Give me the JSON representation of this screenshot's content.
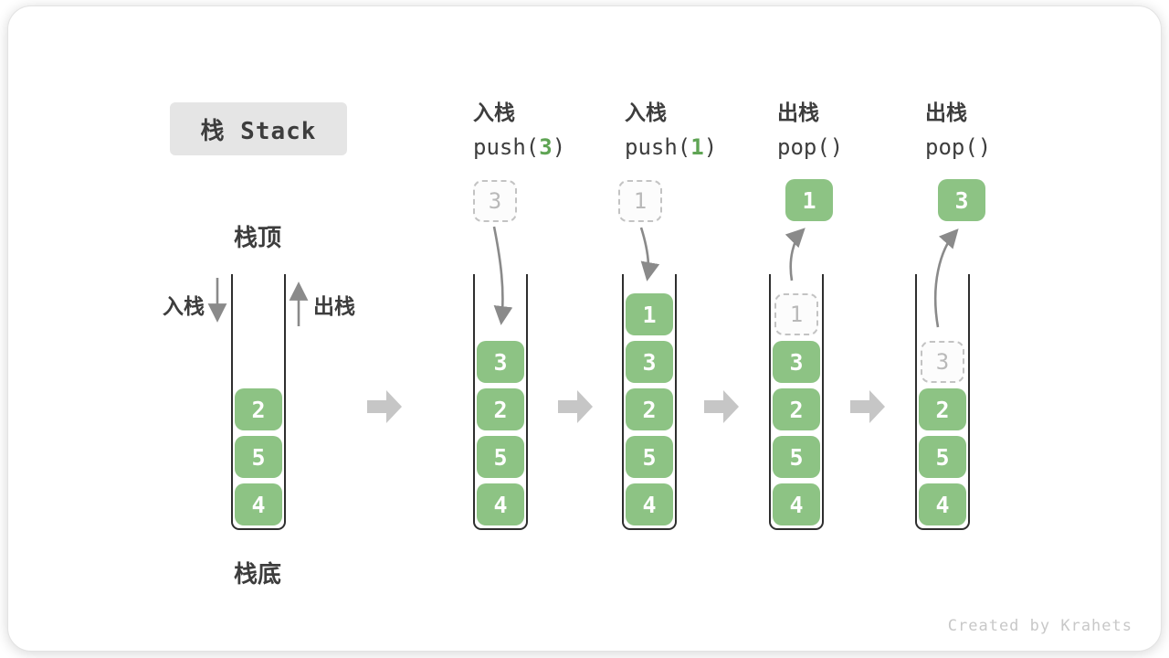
{
  "title": "栈 Stack",
  "watermark": "Created by Krahets",
  "labels": {
    "stack_top": "栈顶",
    "stack_bottom": "栈底",
    "push_side": "入栈",
    "pop_side": "出栈"
  },
  "operations": [
    {
      "kind": "入栈",
      "pre": "push(",
      "arg": "3",
      "post": ")"
    },
    {
      "kind": "入栈",
      "pre": "push(",
      "arg": "1",
      "post": ")"
    },
    {
      "kind": "出栈",
      "pre": "pop()",
      "arg": "",
      "post": ""
    },
    {
      "kind": "出栈",
      "pre": "pop()",
      "arg": "",
      "post": ""
    }
  ],
  "stacks": [
    {
      "blocks": [
        "2",
        "5",
        "4"
      ]
    },
    {
      "floating": {
        "type": "dashed",
        "value": "3"
      },
      "blocks": [
        "3",
        "2",
        "5",
        "4"
      ]
    },
    {
      "floating": {
        "type": "dashed",
        "value": "1"
      },
      "blocks": [
        "1",
        "3",
        "2",
        "5",
        "4"
      ]
    },
    {
      "floating": {
        "type": "solid",
        "value": "1"
      },
      "ghost": "1",
      "blocks": [
        "3",
        "2",
        "5",
        "4"
      ]
    },
    {
      "floating": {
        "type": "solid",
        "value": "3"
      },
      "ghost": "3",
      "blocks": [
        "2",
        "5",
        "4"
      ]
    }
  ],
  "icons": [
    "step-arrow-right-icon",
    "push-down-arrow-icon",
    "pop-up-arrow-icon",
    "curved-insert-arrow-icon",
    "curved-remove-arrow-icon"
  ],
  "colors": {
    "block_green": "#8DC384",
    "code_green": "#5FA454",
    "title_box_bg": "#E5E5E5",
    "text_dark": "#3D3D3D",
    "arrow_thin": "#8A8A8A",
    "arrow_block": "#C6C6C6",
    "ghost_border": "#C3C3C3",
    "ghost_text": "#B9B9B9"
  }
}
